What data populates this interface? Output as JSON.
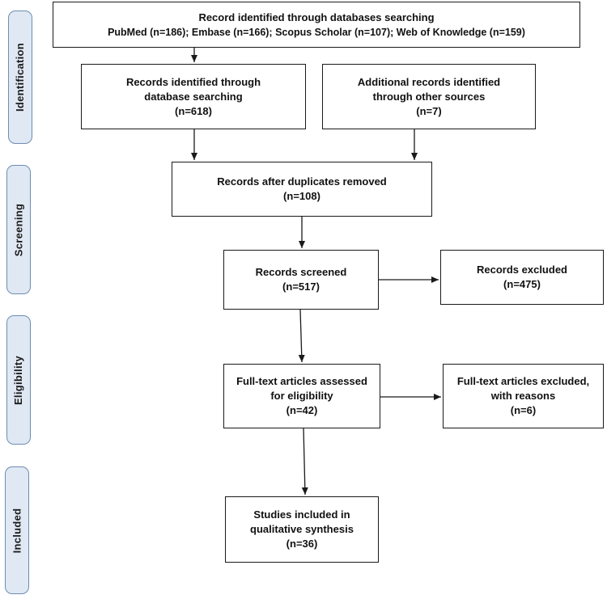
{
  "stages": {
    "identification": "Identification",
    "screening": "Screening",
    "eligibility": "Eligibility",
    "included": "Included"
  },
  "boxes": {
    "databases": {
      "line1": "Record identified through databases searching",
      "line2": "PubMed (n=186); Embase (n=166); Scopus Scholar (n=107); Web of Knowledge (n=159)"
    },
    "db_records": {
      "line1": "Records identified through",
      "line2": "database searching",
      "line3": "(n=618)"
    },
    "other_records": {
      "line1": "Additional records identified",
      "line2": "through other sources",
      "line3": "(n=7)"
    },
    "dedup": {
      "line1": "Records after duplicates removed",
      "line2": "(n=108)"
    },
    "screened": {
      "line1": "Records screened",
      "line2": "(n=517)"
    },
    "excluded": {
      "line1": "Records excluded",
      "line2": "(n=475)"
    },
    "fulltext": {
      "line1": "Full-text articles assessed",
      "line2": "for eligibility",
      "line3": "(n=42)"
    },
    "fulltext_excluded": {
      "line1": "Full-text articles excluded,",
      "line2": "with reasons",
      "line3": "(n=6)"
    },
    "included": {
      "line1": "Studies included in",
      "line2": "qualitative synthesis",
      "line3": "(n=36)"
    }
  }
}
